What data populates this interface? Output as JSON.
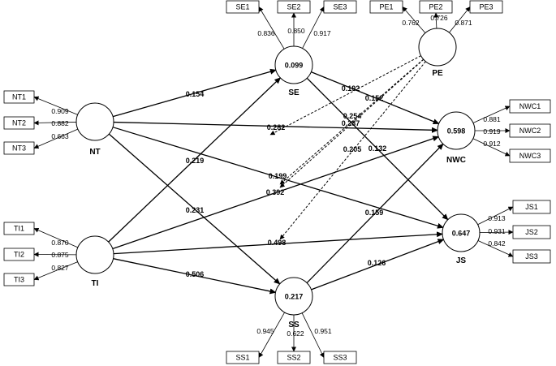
{
  "latents": [
    {
      "id": "NT",
      "label": "NT",
      "r2": ""
    },
    {
      "id": "TI",
      "label": "TI",
      "r2": ""
    },
    {
      "id": "SE",
      "label": "SE",
      "r2": "0.099"
    },
    {
      "id": "PE",
      "label": "PE",
      "r2": ""
    },
    {
      "id": "SS",
      "label": "SS",
      "r2": "0.217"
    },
    {
      "id": "NWC",
      "label": "NWC",
      "r2": "0.598"
    },
    {
      "id": "JS",
      "label": "JS",
      "r2": "0.647"
    }
  ],
  "indicators": [
    {
      "id": "NT1",
      "latent": "NT",
      "loading": "0.909"
    },
    {
      "id": "NT2",
      "latent": "NT",
      "loading": "0.882"
    },
    {
      "id": "NT3",
      "latent": "NT",
      "loading": "0.663"
    },
    {
      "id": "TI1",
      "latent": "TI",
      "loading": "0.870"
    },
    {
      "id": "TI2",
      "latent": "TI",
      "loading": "0.875"
    },
    {
      "id": "TI3",
      "latent": "TI",
      "loading": "0.827"
    },
    {
      "id": "SE1",
      "latent": "SE",
      "loading": "0.836"
    },
    {
      "id": "SE2",
      "latent": "SE",
      "loading": "0.850"
    },
    {
      "id": "SE3",
      "latent": "SE",
      "loading": "0.917"
    },
    {
      "id": "PE1",
      "latent": "PE",
      "loading": "0.762"
    },
    {
      "id": "PE2",
      "latent": "PE",
      "loading": "0.726"
    },
    {
      "id": "PE3",
      "latent": "PE",
      "loading": "0.871"
    },
    {
      "id": "SS1",
      "latent": "SS",
      "loading": "0.945"
    },
    {
      "id": "SS2",
      "latent": "SS",
      "loading": "0.622"
    },
    {
      "id": "SS3",
      "latent": "SS",
      "loading": "0.951"
    },
    {
      "id": "NWC1",
      "latent": "NWC",
      "loading": "0.881"
    },
    {
      "id": "NWC2",
      "latent": "NWC",
      "loading": "0.919"
    },
    {
      "id": "NWC3",
      "latent": "NWC",
      "loading": "0.912"
    },
    {
      "id": "JS1",
      "latent": "JS",
      "loading": "0.913"
    },
    {
      "id": "JS2",
      "latent": "JS",
      "loading": "0.931"
    },
    {
      "id": "JS3",
      "latent": "JS",
      "loading": "0.842"
    }
  ],
  "paths": [
    {
      "from": "NT",
      "to": "SE",
      "coef": "0.154",
      "dashed": false
    },
    {
      "from": "NT",
      "to": "NWC",
      "coef": "0.282",
      "dashed": false
    },
    {
      "from": "NT",
      "to": "JS",
      "coef": "0.199",
      "dashed": false
    },
    {
      "from": "NT",
      "to": "SS",
      "coef": "0.231",
      "dashed": false
    },
    {
      "from": "TI",
      "to": "SE",
      "coef": "0.219",
      "dashed": false
    },
    {
      "from": "TI",
      "to": "NWC",
      "coef": "0.392",
      "dashed": false
    },
    {
      "from": "TI",
      "to": "JS",
      "coef": "0.498",
      "dashed": false
    },
    {
      "from": "TI",
      "to": "SS",
      "coef": "0.506",
      "dashed": false
    },
    {
      "from": "SE",
      "to": "NWC",
      "coef": "0.192",
      "dashed": false
    },
    {
      "from": "SE",
      "to": "JS",
      "coef": "0.152",
      "dashed": false
    },
    {
      "from": "SS",
      "to": "NWC",
      "coef": "0.159",
      "dashed": false
    },
    {
      "from": "SS",
      "to": "JS",
      "coef": "0.126",
      "dashed": false
    },
    {
      "from": "PE",
      "to": "NT-SE",
      "coef": "0.254",
      "dashed": true
    },
    {
      "from": "PE",
      "to": "TI-SE",
      "coef": "0.237",
      "dashed": true
    },
    {
      "from": "PE",
      "to": "NT-JS",
      "coef": "0.132",
      "dashed": true
    },
    {
      "from": "PE",
      "to": "TI-JS",
      "coef": "0.205",
      "dashed": true
    }
  ]
}
